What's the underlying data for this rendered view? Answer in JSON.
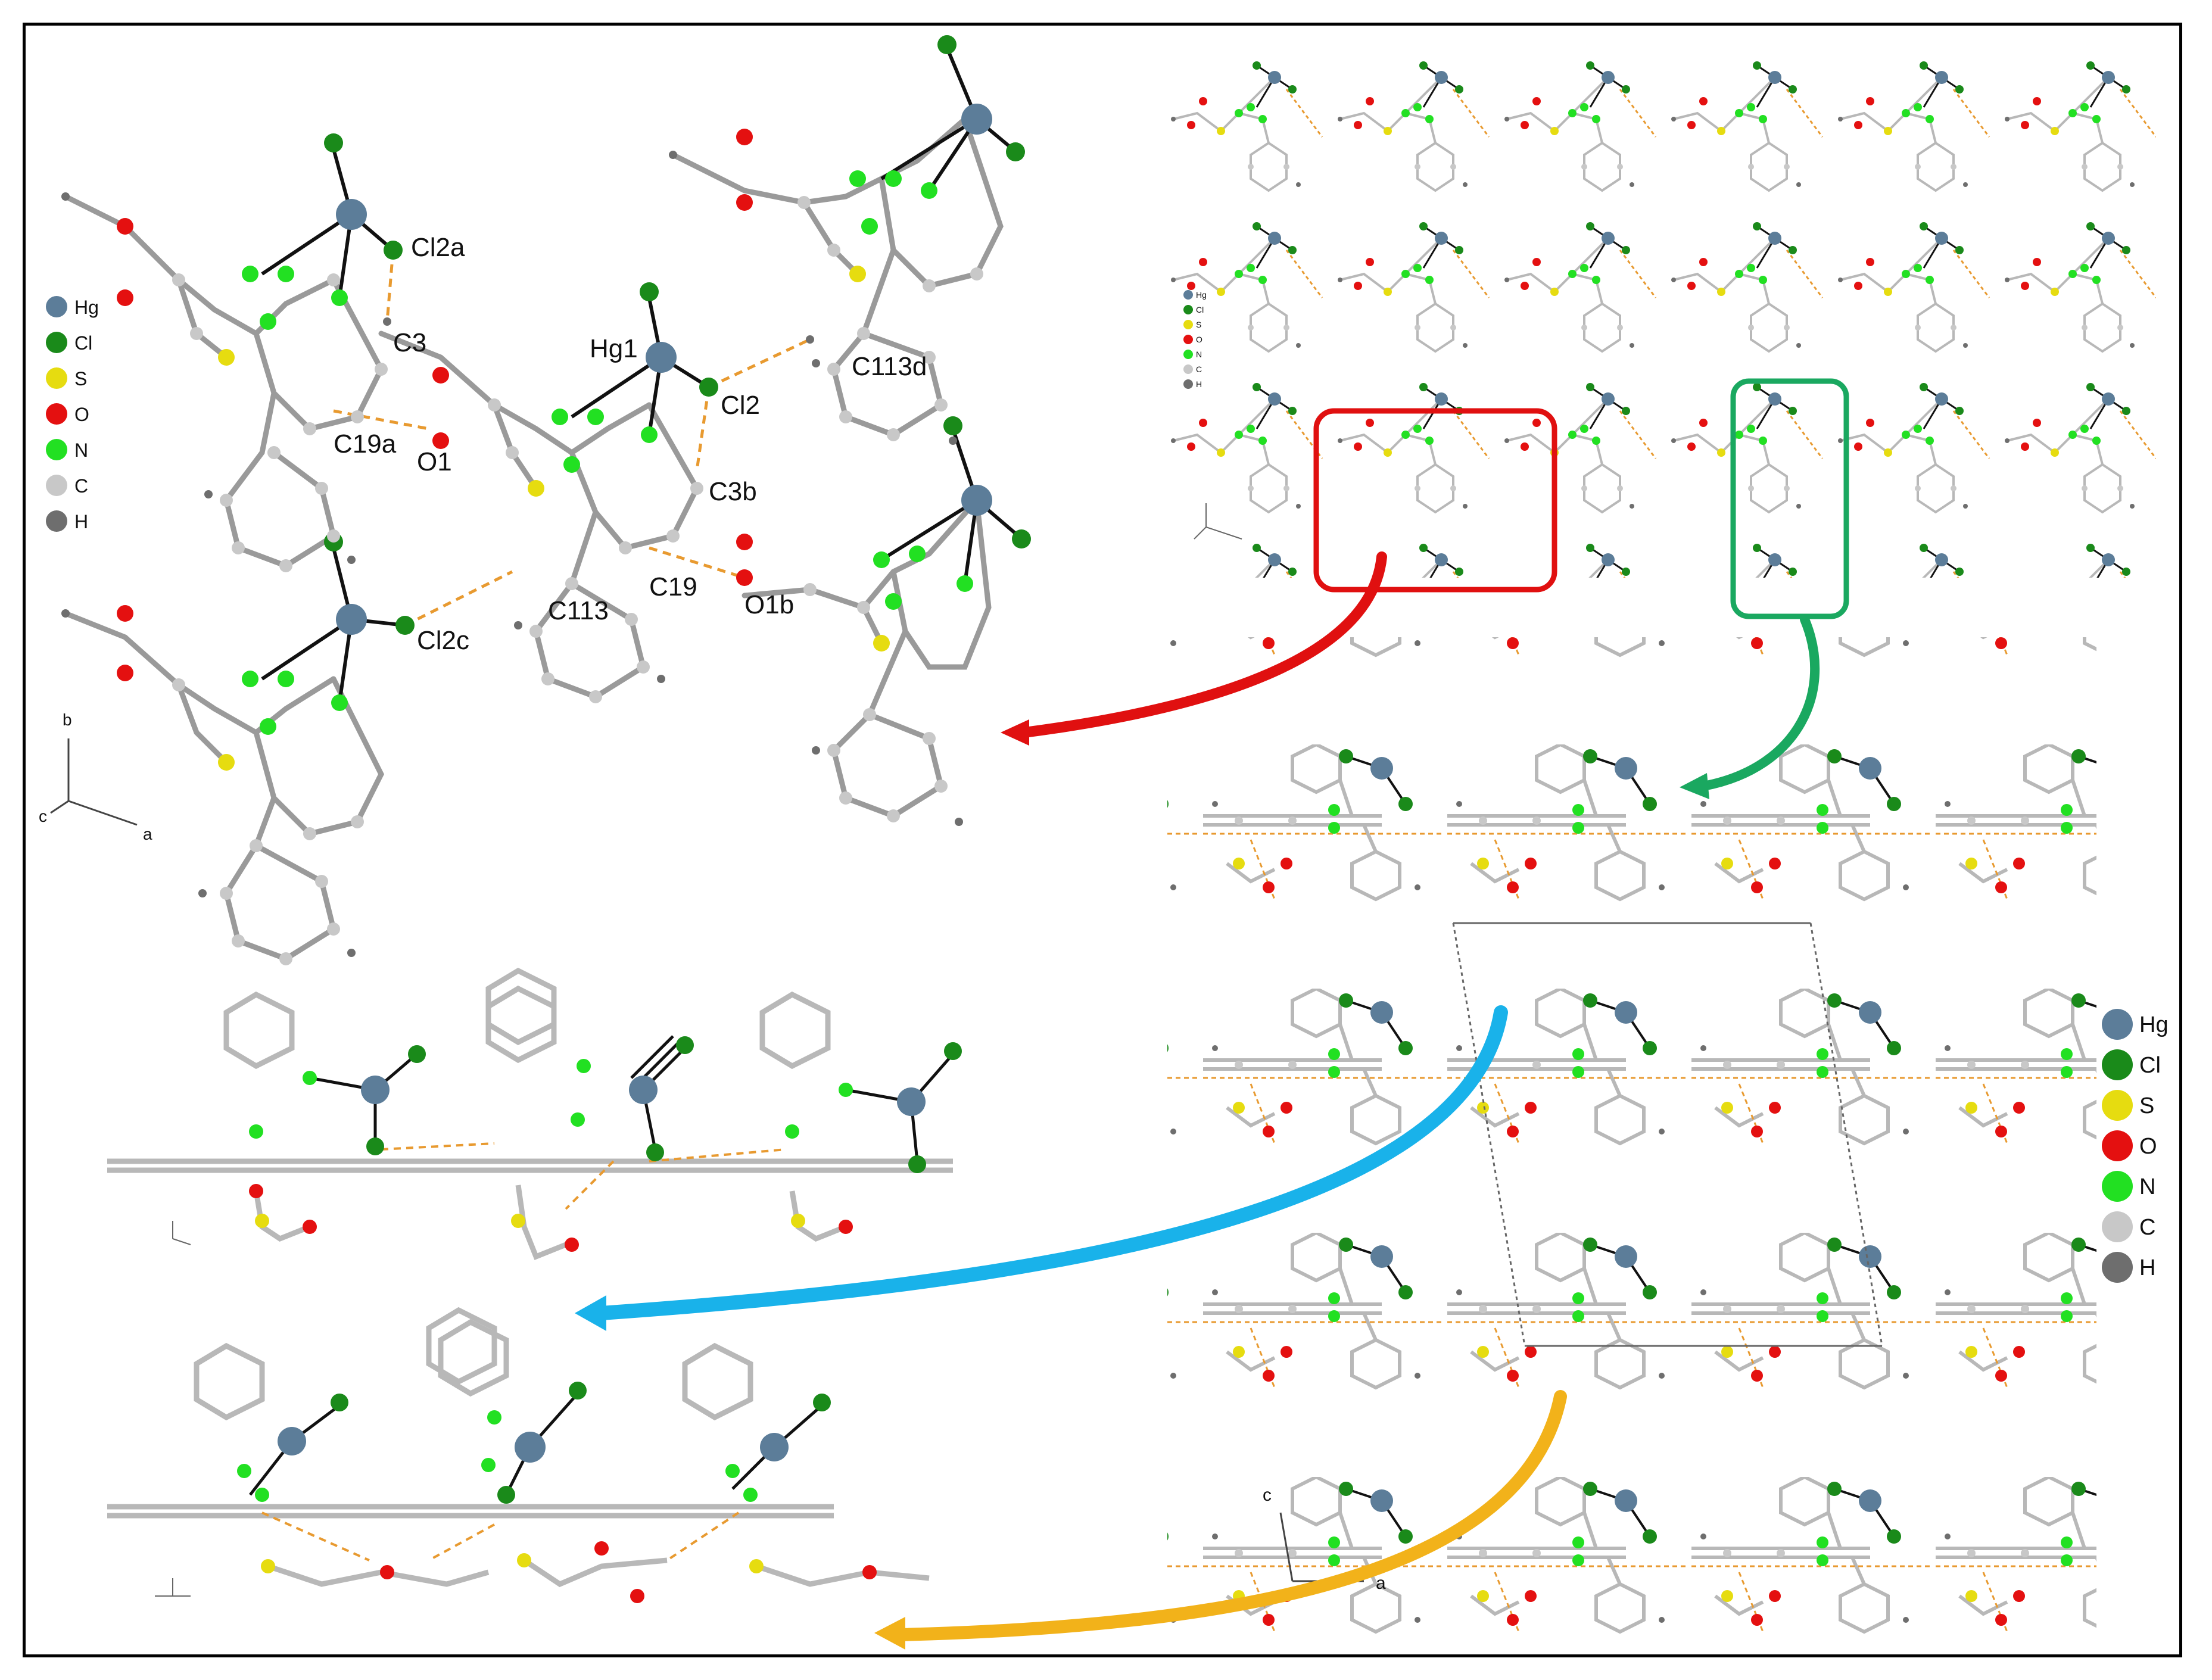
{
  "colors": {
    "Hg": "#5c7d99",
    "Cl": "#1a8a1a",
    "S": "#e6dc10",
    "O": "#e41010",
    "N": "#22e022",
    "C": "#c8c8c8",
    "H": "#6e6e6e",
    "contact": "#e89a30",
    "bond": "#111111",
    "cbond": "#9a9a9a",
    "arrow_red": "#e01010",
    "arrow_green": "#1aa860",
    "arrow_blue": "#19b2ea",
    "arrow_orange": "#f2b21a"
  },
  "legend_small": [
    {
      "symbol": "Hg",
      "label": "Hg"
    },
    {
      "symbol": "Cl",
      "label": "Cl"
    },
    {
      "symbol": "S",
      "label": "S"
    },
    {
      "symbol": "O",
      "label": "O"
    },
    {
      "symbol": "N",
      "label": "N"
    },
    {
      "symbol": "C",
      "label": "C"
    },
    {
      "symbol": "H",
      "label": "H"
    }
  ],
  "legend_tiny": [
    {
      "symbol": "Hg",
      "label": "Hg"
    },
    {
      "symbol": "Cl",
      "label": "Cl"
    },
    {
      "symbol": "S",
      "label": "S"
    },
    {
      "symbol": "O",
      "label": "O"
    },
    {
      "symbol": "N",
      "label": "N"
    },
    {
      "symbol": "C",
      "label": "C"
    },
    {
      "symbol": "H",
      "label": "H"
    }
  ],
  "legend_right": [
    {
      "symbol": "Hg",
      "label": "Hg"
    },
    {
      "symbol": "Cl",
      "label": "Cl"
    },
    {
      "symbol": "S",
      "label": "S"
    },
    {
      "symbol": "O",
      "label": "O"
    },
    {
      "symbol": "N",
      "label": "N"
    },
    {
      "symbol": "C",
      "label": "C"
    },
    {
      "symbol": "H",
      "label": "H"
    }
  ],
  "atom_labels": {
    "cl2a": "Cl2a",
    "c3": "C3",
    "hg1": "Hg1",
    "cl2": "Cl2",
    "c113d": "C113d",
    "c19a": "C19a",
    "o1": "O1",
    "c3b": "C3b",
    "c113": "C113",
    "c19": "C19",
    "o1b": "O1b",
    "cl2c": "Cl2c"
  },
  "axes": {
    "topleft": {
      "b": "b",
      "c": "c",
      "a": "a"
    },
    "bottomright": {
      "c": "c",
      "a": "a"
    }
  }
}
